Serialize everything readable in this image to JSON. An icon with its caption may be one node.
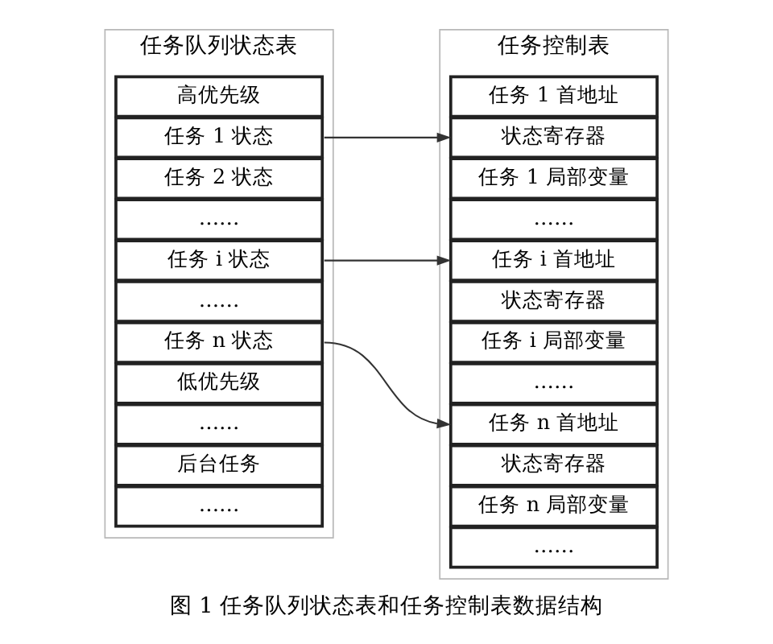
{
  "diagram": {
    "caption": "图 1 任务队列状态表和任务控制表数据结构",
    "nodes": [
      {
        "text": [
          "任务队列状态表"
        ]
      },
      {
        "text": [
          "高优先级"
        ],
        "in": 0
      },
      {
        "text": [
          "任务 1 状态"
        ],
        "in": 0
      },
      {
        "text": [
          "任务 2 状态"
        ],
        "in": 0
      },
      {
        "text": [
          "……"
        ],
        "in": 0
      },
      {
        "text": [
          "任务 i 状态"
        ],
        "in": 0
      },
      {
        "text": [
          "……"
        ],
        "in": 0
      },
      {
        "text": [
          "任务 n 状态"
        ],
        "in": 0
      },
      {
        "text": [
          "低优先级"
        ],
        "in": 0
      },
      {
        "text": [
          "……"
        ],
        "in": 0
      },
      {
        "text": [
          "后台任务"
        ],
        "in": 0
      },
      {
        "text": [
          "……"
        ],
        "in": 0
      },
      {
        "text": [
          "任务控制表"
        ]
      },
      {
        "text": [
          "任务 1 首地址"
        ],
        "in": 12
      },
      {
        "text": [
          "状态寄存器"
        ],
        "in": 12
      },
      {
        "text": [
          "任务 1 局部变量"
        ],
        "in": 12
      },
      {
        "text": [
          "……"
        ],
        "in": 12
      },
      {
        "text": [
          "任务 i 首地址"
        ],
        "in": 12
      },
      {
        "text": [
          "状态寄存器"
        ],
        "in": 12
      },
      {
        "text": [
          "任务 i 局部变量"
        ],
        "in": 12
      },
      {
        "text": [
          "……"
        ],
        "in": 12
      },
      {
        "text": [
          "任务 n 首地址"
        ],
        "in": 12
      },
      {
        "text": [
          "状态寄存器"
        ],
        "in": 12
      },
      {
        "text": [
          "任务 n 局部变量"
        ],
        "in": 12
      },
      {
        "text": [
          "……"
        ],
        "in": 12
      }
    ],
    "edges": [
      {
        "from": 2,
        "to": 14,
        "arrow": "to"
      },
      {
        "from": 5,
        "to": 17,
        "arrow": "to"
      },
      {
        "from": 7,
        "to": 21,
        "arrow": "to"
      }
    ]
  }
}
